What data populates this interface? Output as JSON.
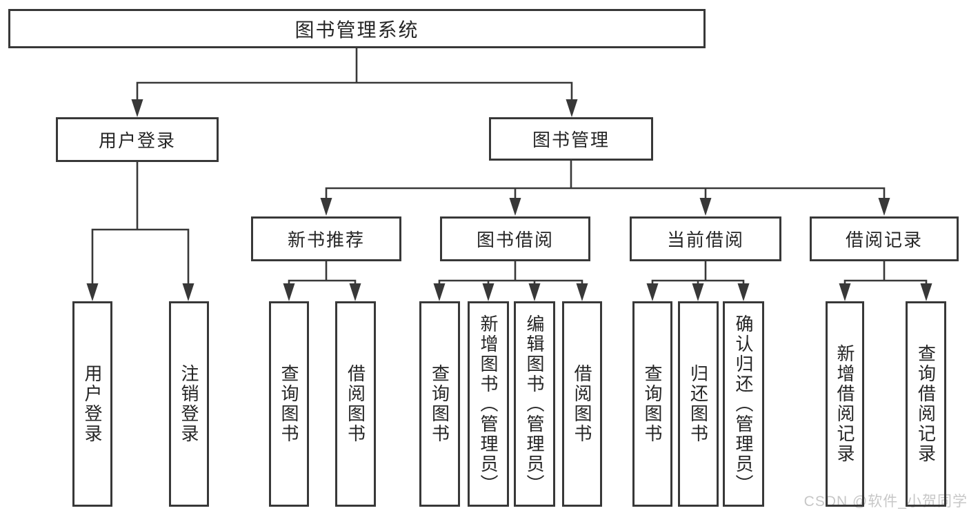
{
  "diagram": {
    "title": "图书管理系统",
    "level2": [
      {
        "label": "用户登录"
      },
      {
        "label": "图书管理"
      }
    ],
    "level3": [
      {
        "label": "新书推荐",
        "parent": "图书管理"
      },
      {
        "label": "图书借阅",
        "parent": "图书管理"
      },
      {
        "label": "当前借阅",
        "parent": "图书管理"
      },
      {
        "label": "借阅记录",
        "parent": "图书管理"
      }
    ],
    "leaves": [
      {
        "label": "用户登录",
        "parent": "用户登录"
      },
      {
        "label": "注销登录",
        "parent": "用户登录"
      },
      {
        "label": "查询图书",
        "parent": "新书推荐"
      },
      {
        "label": "借阅图书",
        "parent": "新书推荐"
      },
      {
        "label": "查询图书",
        "parent": "图书借阅"
      },
      {
        "label": "新增图书（管理员）",
        "parent": "图书借阅"
      },
      {
        "label": "编辑图书（管理员）",
        "parent": "图书借阅"
      },
      {
        "label": "借阅图书",
        "parent": "图书借阅"
      },
      {
        "label": "查询图书",
        "parent": "当前借阅"
      },
      {
        "label": "归还图书",
        "parent": "当前借阅"
      },
      {
        "label": "确认归还（管理员）",
        "parent": "当前借阅"
      },
      {
        "label": "新增借阅记录",
        "parent": "借阅记录"
      },
      {
        "label": "查询借阅记录",
        "parent": "借阅记录"
      }
    ]
  },
  "watermark": {
    "text": "CSDN @软件_小贺同学"
  },
  "colors": {
    "line": "#383838",
    "text": "#252525",
    "watermark": "#c7c7c7",
    "background": "#ffffff"
  }
}
